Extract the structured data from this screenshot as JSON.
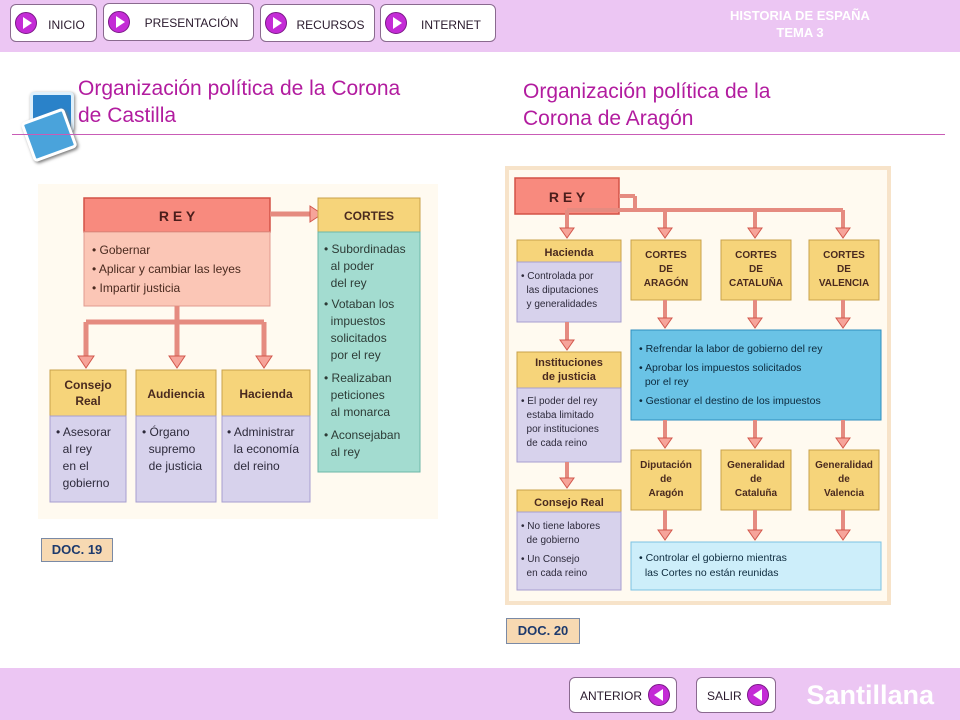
{
  "nav": {
    "inicio": "INICIO",
    "presentacion": "PRESENTACIÓN",
    "recursos": "RECURSOS",
    "internet": "INTERNET"
  },
  "header": {
    "line1": "HISTORIA DE ESPAÑA",
    "line2": "TEMA 3"
  },
  "titles": {
    "castilla": [
      "Organización política de la Corona",
      "de Castilla"
    ],
    "aragon": [
      "Organización política de la",
      "Corona de Aragón"
    ]
  },
  "castilla": {
    "rey": "R E Y",
    "rey_items": [
      "• Gobernar",
      "• Aplicar y cambiar las leyes",
      "• Impartir justicia"
    ],
    "cortes": "CORTES",
    "cortes_items": [
      "• Subordinadas",
      "  al poder",
      "  del rey",
      "• Votaban los",
      "  impuestos",
      "  solicitados",
      "  por el rey",
      "• Realizaban",
      "  peticiones",
      "  al monarca",
      "• Aconsejaban",
      "  al rey"
    ],
    "consejo": [
      "Consejo",
      "Real"
    ],
    "consejo_items": [
      "• Asesorar",
      "  al rey",
      "  en el",
      "  gobierno"
    ],
    "audiencia": "Audiencia",
    "audiencia_items": [
      "• Órgano",
      "  supremo",
      "  de justicia"
    ],
    "hacienda": "Hacienda",
    "hacienda_items": [
      "• Administrar",
      "  la economía",
      "  del reino"
    ],
    "doc": "DOC. 19"
  },
  "aragon": {
    "rey": "R E Y",
    "hacienda": "Hacienda",
    "hacienda_items": [
      "• Controlada por",
      "  las diputaciones",
      "  y generalidades"
    ],
    "instituciones": [
      "Instituciones",
      "de justicia"
    ],
    "instituciones_items": [
      "• El poder del rey",
      "  estaba limitado",
      "  por instituciones",
      "  de cada reino"
    ],
    "consejo": "Consejo Real",
    "consejo_items": [
      "• No tiene labores",
      "  de gobierno",
      "• Un Consejo",
      "  en cada reino"
    ],
    "cortes": [
      [
        "CORTES",
        "DE",
        "ARAGÓN"
      ],
      [
        "CORTES",
        "DE",
        "CATALUÑA"
      ],
      [
        "CORTES",
        "DE",
        "VALENCIA"
      ]
    ],
    "cortes_items": [
      "• Refrendar la labor de gobierno del rey",
      "• Aprobar los impuestos solicitados",
      "  por el rey",
      "• Gestionar el destino de los impuestos"
    ],
    "diputaciones": [
      [
        "Diputación",
        "de",
        "Aragón"
      ],
      [
        "Generalidad",
        "de",
        "Cataluña"
      ],
      [
        "Generalidad",
        "de",
        "Valencia"
      ]
    ],
    "diputaciones_items": [
      "• Controlar el gobierno mientras",
      "  las Cortes no están reunidas"
    ],
    "doc": "DOC. 20"
  },
  "footer": {
    "anterior": "ANTERIOR",
    "salir": "SALIR",
    "brand": "Santillana"
  },
  "colors": {
    "rey": "#f88a7e",
    "rey_body": "#fbc6b6",
    "gold": "#f6d47a",
    "lavender": "#d7d2ec",
    "teal": "#a3dcd0",
    "blue": "#6ac3e6",
    "lightblue": "#cdeefa",
    "accent": "#b21c9f"
  }
}
